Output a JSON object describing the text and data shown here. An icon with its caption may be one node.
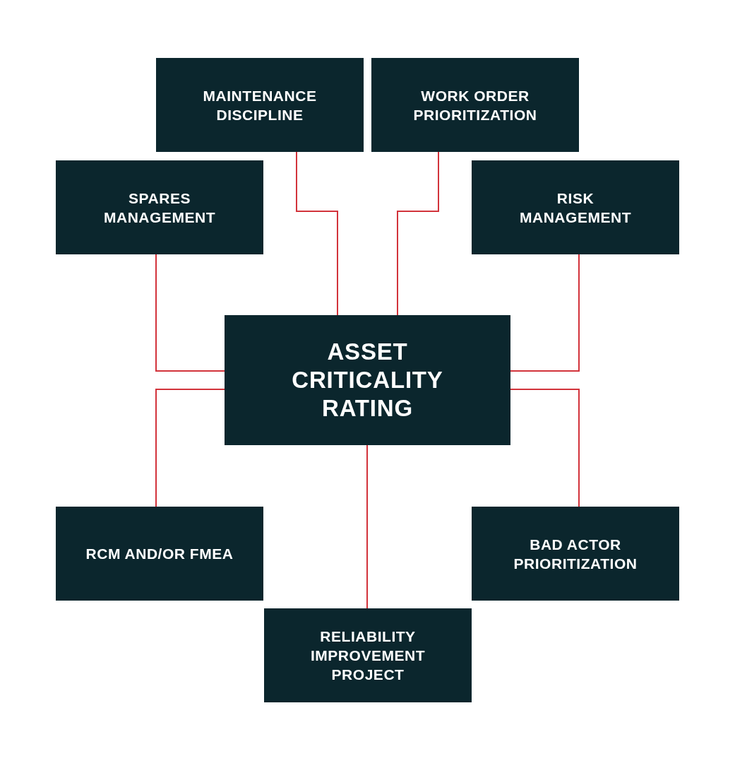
{
  "diagram": {
    "nodes": [
      {
        "text": [
          "MAINTENANCE DISCIPLINE"
        ]
      },
      {
        "text": [
          "WORK ORDER PRIORITIZATION"
        ]
      },
      {
        "text": [
          "SPARES MANAGEMENT"
        ]
      },
      {
        "text": [
          "RISK MANAGEMENT"
        ]
      },
      {
        "text": [
          "ASSET CRITICALITY RATING"
        ]
      },
      {
        "text": [
          "RCM AND/OR FMEA"
        ]
      },
      {
        "text": [
          "BAD ACTOR PRIORITIZATION"
        ]
      },
      {
        "text": [
          "RELIABILITY IMPROVEMENT PROJECT"
        ]
      }
    ],
    "edges": [
      {
        "from": 0,
        "to": 4,
        "arrow": "none"
      },
      {
        "from": 1,
        "to": 4,
        "arrow": "none"
      },
      {
        "from": 2,
        "to": 4,
        "arrow": "none"
      },
      {
        "from": 3,
        "to": 4,
        "arrow": "none"
      },
      {
        "from": 5,
        "to": 4,
        "arrow": "none"
      },
      {
        "from": 6,
        "to": 4,
        "arrow": "none"
      },
      {
        "from": 7,
        "to": 4,
        "arrow": "none"
      }
    ]
  }
}
